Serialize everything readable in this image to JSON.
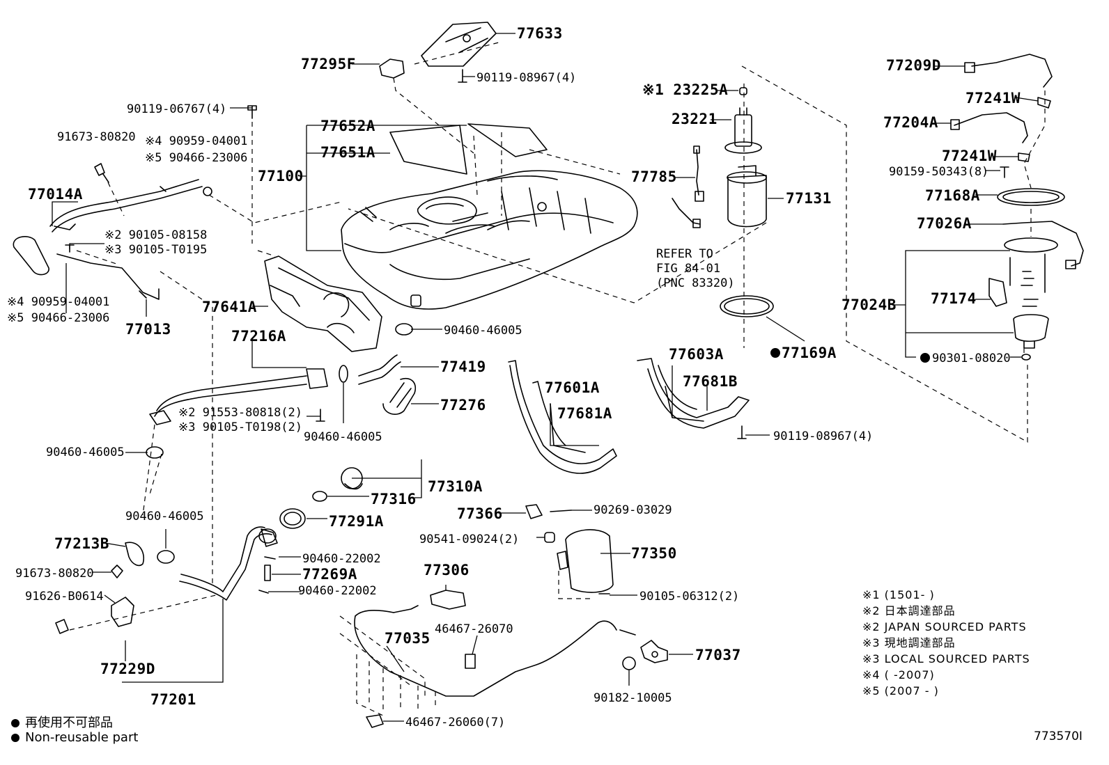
{
  "labels": {
    "p77633": "77633",
    "p77295F": "77295F",
    "p90119_08967_4_top": "90119-08967(4)",
    "p90119_06767_4": "90119-06767(4)",
    "p91673_80820_top": "91673-80820",
    "p90959_04001_top": "※4 90959-04001",
    "p90466_23006_top": "※5 90466-23006",
    "p77652A": "77652A",
    "p77651A": "77651A",
    "p77100": "77100",
    "p77014A": "77014A",
    "p90105_08158": "※2 90105-08158",
    "p90105_T0195": "※3 90105-T0195",
    "p90959_04001_bot": "※4 90959-04001",
    "p90466_23006_bot": "※5 90466-23006",
    "p77013": "77013",
    "p77641A": "77641A",
    "p77216A": "77216A",
    "p90460_46005_a": "90460-46005",
    "p77419": "77419",
    "p77276": "77276",
    "p91553_80818": "※2 91553-80818(2)",
    "p90105_T0198": "※3 90105-T0198(2)",
    "p90460_46005_b": "90460-46005",
    "p90460_46005_c": "90460-46005",
    "p90460_46005_d": "90460-46005",
    "p77213B": "77213B",
    "p91673_80820_bot": "91673-80820",
    "p91626_B0614": "91626-B0614",
    "p77229D": "77229D",
    "p77201": "77201",
    "p77310A": "77310A",
    "p77316": "77316",
    "p77291A": "77291A",
    "p90460_22002_a": "90460-22002",
    "p77269A": "77269A",
    "p90460_22002_b": "90460-22002",
    "p77306": "77306",
    "p77035": "77035",
    "p46467_26070": "46467-26070",
    "p46467_26060": "46467-26060(7)",
    "p77366": "77366",
    "p90269_03029": "90269-03029",
    "p90541_09024": "90541-09024(2)",
    "p77350": "77350",
    "p90105_06312": "90105-06312(2)",
    "p77037": "77037",
    "p90182_10005": "90182-10005",
    "p77601A": "77601A",
    "p77681A": "77681A",
    "p77603A": "77603A",
    "p77681B": "77681B",
    "p90119_08967_4_bot": "90119-08967(4)",
    "p23225A": "※1 23225A",
    "p23221": "23221",
    "p77785": "77785",
    "p77131": "77131",
    "refer1": "REFER TO",
    "refer2": "FIG 84-01",
    "refer3": "(PNC 83320)",
    "p77169A": "77169A",
    "p77209D": "77209D",
    "p77241W_a": "77241W",
    "p77204A": "77204A",
    "p77241W_b": "77241W",
    "p90159_50343": "90159-50343(8)",
    "p77168A": "77168A",
    "p77026A": "77026A",
    "p77174": "77174",
    "p77024B": "77024B",
    "p90301_08020": "90301-08020"
  },
  "notes": [
    "※1 (1501-      )",
    "※2 日本調達部品",
    "※2 JAPAN SOURCED PARTS",
    "※3 現地調達部品",
    "※3 LOCAL SOURCED PARTS",
    "※4 (        -2007)",
    "※5 (2007 -       )"
  ],
  "legend": {
    "line1": "再使用不可部品",
    "line2": "Non-reusable part"
  },
  "figure_code": "773570I"
}
